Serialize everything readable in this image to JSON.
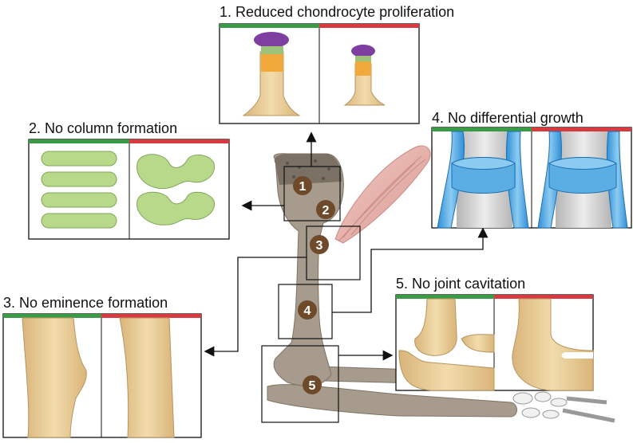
{
  "panels": {
    "p1": {
      "title": "1. Reduced chondrocyte proliferation"
    },
    "p2": {
      "title": "2. No column formation"
    },
    "p3": {
      "title": "3. No eminence formation"
    },
    "p4": {
      "title": "4. No differential growth"
    },
    "p5": {
      "title": "5. No joint cavitation"
    }
  },
  "markers": [
    "1",
    "2",
    "3",
    "4",
    "5"
  ],
  "colors": {
    "control_bar": "#3a9b47",
    "mutant_bar": "#d83a3f",
    "bone": "#a69b8c",
    "bone_shaft": "#e5c98f",
    "marker_fill": "#6e4a2a",
    "cells": "#b9d98a",
    "tendon": "#5aaee3",
    "muscle": "#e7b3ad"
  }
}
